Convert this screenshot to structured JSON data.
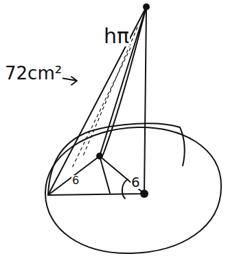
{
  "diagram": {
    "labels": [
      "hπ",
      "72cm²",
      "6",
      "6"
    ]
  }
}
